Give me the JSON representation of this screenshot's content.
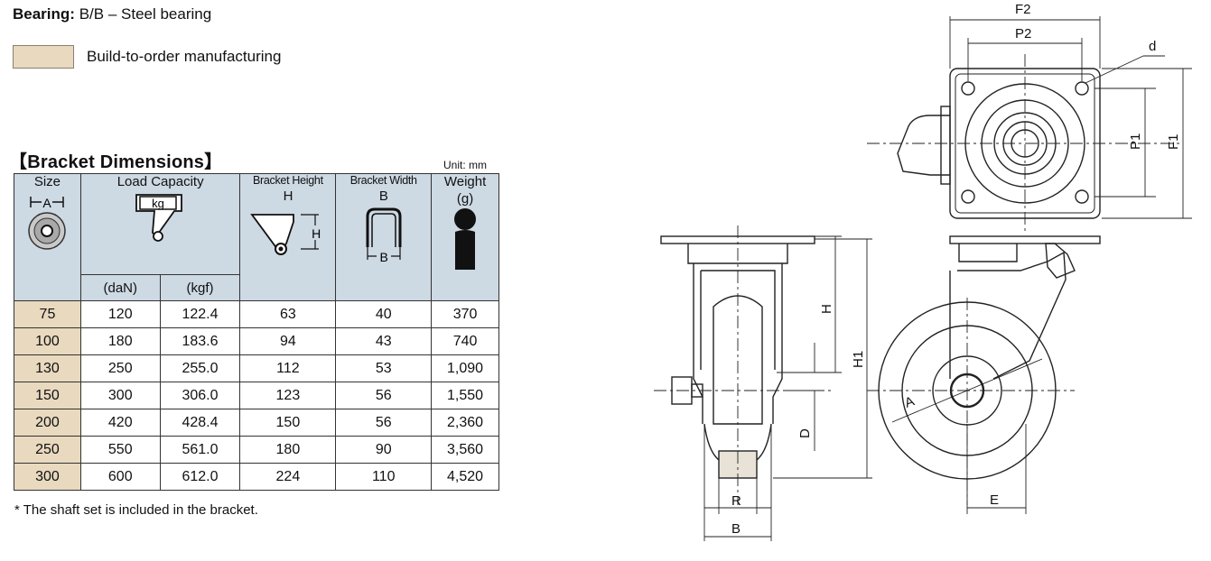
{
  "bearing": {
    "label": "Bearing:",
    "value": "B/B – Steel bearing"
  },
  "legend": {
    "label": "Build-to-order manufacturing",
    "swatch_color": "#e8d9bf"
  },
  "table": {
    "title": "【Bracket Dimensions】",
    "unit": "Unit: mm",
    "headers": {
      "size": "Size",
      "size_icon_letter": "A",
      "load_capacity": "Load Capacity",
      "load_icon_letter": "kg",
      "bracket_height": "Bracket Height",
      "bracket_height_letter": "H",
      "bracket_height_icon_letter": "H",
      "bracket_width": "Bracket Width",
      "bracket_width_letter": "B",
      "bracket_width_icon_letter": "B",
      "weight": "Weight",
      "weight_unit": "(g)",
      "dan": "(daN)",
      "kgf": "(kgf)"
    },
    "rows": [
      {
        "size": "75",
        "dan": "120",
        "kgf": "122.4",
        "h": "63",
        "b": "40",
        "weight": "370"
      },
      {
        "size": "100",
        "dan": "180",
        "kgf": "183.6",
        "h": "94",
        "b": "43",
        "weight": "740"
      },
      {
        "size": "130",
        "dan": "250",
        "kgf": "255.0",
        "h": "112",
        "b": "53",
        "weight": "1,090"
      },
      {
        "size": "150",
        "dan": "300",
        "kgf": "306.0",
        "h": "123",
        "b": "56",
        "weight": "1,550"
      },
      {
        "size": "200",
        "dan": "420",
        "kgf": "428.4",
        "h": "150",
        "b": "56",
        "weight": "2,360"
      },
      {
        "size": "250",
        "dan": "550",
        "kgf": "561.0",
        "h": "180",
        "b": "90",
        "weight": "3,560"
      },
      {
        "size": "300",
        "dan": "600",
        "kgf": "612.0",
        "h": "224",
        "b": "110",
        "weight": "4,520"
      }
    ],
    "header_color": "#cdd9e3"
  },
  "footnote": "* The shaft set is included in the bracket.",
  "drawing": {
    "labels": {
      "f2": "F2",
      "p2": "P2",
      "d": "d",
      "p1": "P1",
      "f1": "F1",
      "h": "H",
      "h1": "H1",
      "d_offset": "D",
      "r": "R",
      "b": "B",
      "a": "A",
      "e": "E"
    }
  }
}
